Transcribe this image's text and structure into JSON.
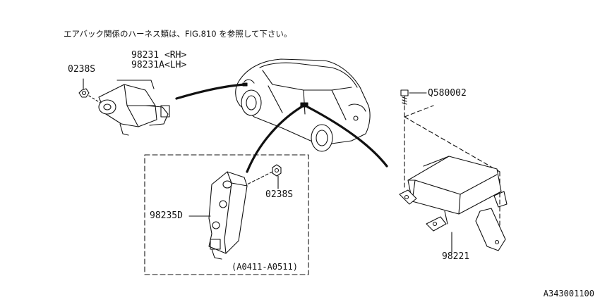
{
  "note": "エアバック関係のハーネス類は、FIG.810 を参照して下さい。",
  "parts": {
    "front_sensor_rh": "98231 <RH>",
    "front_sensor_lh": "98231A<LH>",
    "nut_left": "0238S",
    "side_sensor": "98235D",
    "nut_side": "0238S",
    "bolt": "Q580002",
    "control_unit": "98221"
  },
  "range_note": "(A0411-A0511)",
  "diagram_code": "A343001100"
}
